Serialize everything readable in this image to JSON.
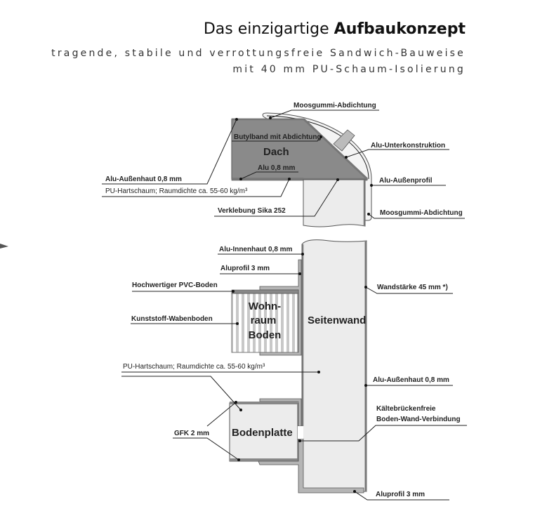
{
  "title": {
    "regular": "Das einzigartige ",
    "bold": "Aufbaukonzept"
  },
  "subtitle": {
    "line1": "tragende, stabile und verrottungsfreie Sandwich-Bauweise",
    "line2": "mit 40 mm PU-Schaum-Isolierung"
  },
  "parts": {
    "dach": "Dach",
    "seitenwand": "Seitenwand",
    "wohnraum_boden": [
      "Wohn-",
      "raum",
      "Boden"
    ],
    "bodenplatte": "Bodenplatte"
  },
  "labels": {
    "moosgummi_top": "Moosgummi-Abdichtung",
    "butylband": "Butylband mit Abdichtung",
    "alu_unterkonstruktion": "Alu-Unterkonstruktion",
    "alu_08": "Alu 0,8 mm",
    "alu_aussenhaut_roof": "Alu-Außenhaut 0,8 mm",
    "pu_roof": "PU-Hartschaum; Raumdichte ca. 55-60 kg/m³",
    "alu_aussenprofil": "Alu-Außenprofil",
    "verklebung": "Verklebung Sika 252",
    "moosgummi_side": "Moosgummi-Abdichtung",
    "alu_innenhaut": "Alu-Innenhaut 0,8 mm",
    "aluprofil_top": "Aluprofil 3 mm",
    "pvc_boden": "Hochwertiger PVC-Boden",
    "wabenboden": "Kunststoff-Wabenboden",
    "wandstaerke": "Wandstärke 45 mm *)",
    "pu_wall": "PU-Hartschaum; Raumdichte ca. 55-60 kg/m³",
    "alu_aussenhaut_wall": "Alu-Außenhaut 0,8 mm",
    "kaeltebruecke_1": "Kältebrückenfreie",
    "kaeltebruecke_2": "Boden-Wand-Verbindung",
    "gfk": "GFK 2 mm",
    "aluprofil_bottom": "Aluprofil 3 mm"
  }
}
